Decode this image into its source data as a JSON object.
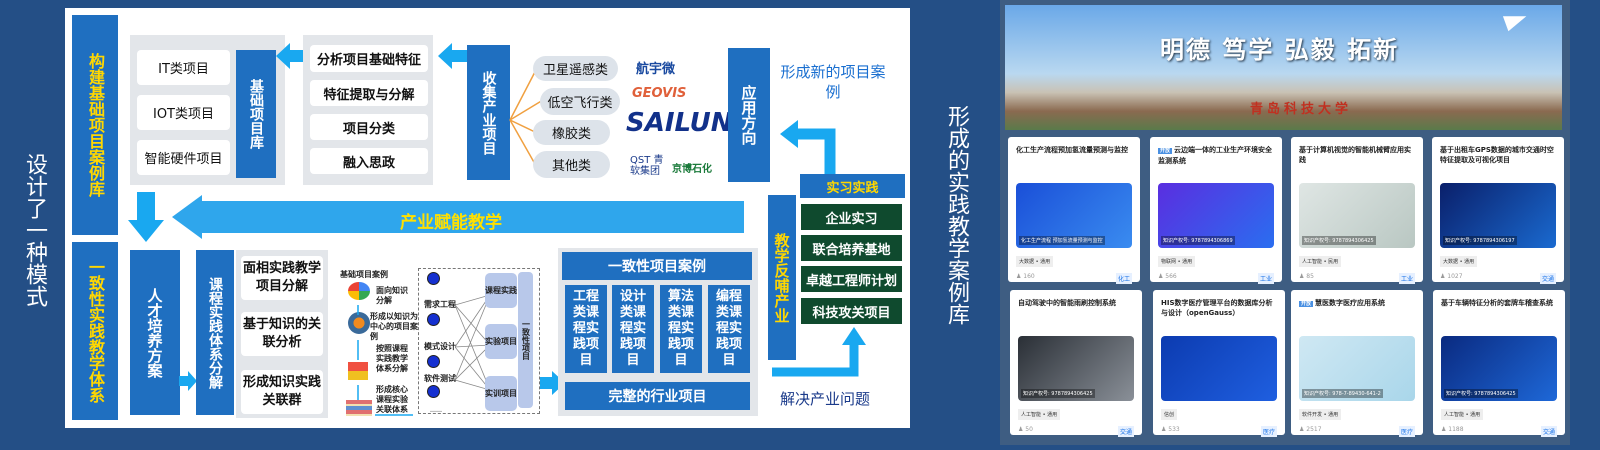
{
  "left_title": "设计了一种模式",
  "right_title": "形成的实践教学案例库",
  "diagram": {
    "build_lib": "构建基础项目案例库",
    "consistency_system": "一致性实践教学体系",
    "basic_types": [
      "IT类项目",
      "IOT类项目",
      "智能硬件项目"
    ],
    "basic_lib": "基础项目库",
    "analysis_steps": [
      "分析项目基础特征",
      "特征提取与分解",
      "项目分类",
      "融入思政"
    ],
    "collect": "收集产业项目",
    "industries": [
      "卫星遥感类",
      "低空飞行类",
      "橡胶类",
      "其他类"
    ],
    "logos": [
      "航宇微",
      "GEOVIS",
      "SAILUN",
      "QST 青软集团",
      "京博石化"
    ],
    "apply": "应用方向",
    "new_cases": "形成新的项目案例",
    "empower": "产业赋能教学",
    "talent_plan": "人才培养方案",
    "course_system": "课程实践体系分解",
    "course_steps": [
      "面相实践教学项目分解",
      "基于知识的关联分析",
      "形成知识实践关联群"
    ],
    "mini": {
      "title": "基础项目案例",
      "steps": [
        "面向知识分解",
        "形成以知识为中心的项目案例",
        "按照课程实践教学体系分解",
        "形成核心课程实验关联体系"
      ],
      "modules": [
        "需求工程",
        "模式设计",
        "软件测试",
        "……"
      ],
      "targets": [
        "课程实践",
        "实验项目",
        "实训项目"
      ],
      "consistent": "一致性项目"
    },
    "consistent_cases": "一致性项目案例",
    "case_columns": [
      "工程类课程实践项目",
      "设计类课程实践项目",
      "算法类课程实践项目",
      "编程类课程实践项目"
    ],
    "full_project": "完整的行业项目",
    "feedback": "教学反哺产业",
    "internship_title": "实习实践",
    "internships": [
      "企业实习",
      "联合培养基地",
      "卓越工程师计划",
      "科技攻关项目"
    ],
    "solve": "解决产业问题"
  },
  "banner": {
    "motto": "明德 笃学 弘毅 拓新",
    "school": "青岛科技大学"
  },
  "cards": [
    {
      "title": "化工生产流程预加氢流量预测与监控",
      "img": "化工生产流程 预加氢流量预测与监控",
      "tag": "大数据 • 通用",
      "count": "160",
      "cat": "化工",
      "c1": "#1a4fd8",
      "c2": "#3a8cf0"
    },
    {
      "open": "开放",
      "title": "云边端一体的工业生产环境安全监测系统",
      "img": "知识产权号: 9787894306869",
      "tag": "物联网 • 通用",
      "count": "566",
      "cat": "工业",
      "c1": "#5a2ee0",
      "c2": "#2a6ef0"
    },
    {
      "title": "基于计算机视觉的智能机械臂应用实践",
      "img": "知识产权号: 9787894306425",
      "tag": "人工智能 • 民用",
      "count": "85",
      "cat": "工业",
      "c1": "#dfe6e4",
      "c2": "#b9c7c2"
    },
    {
      "title": "基于出租车GPS数据的城市交通时空特征提取及可视化项目",
      "img": "知识产权号: 9787894306197",
      "tag": "大数据 • 通用",
      "count": "1027",
      "cat": "交通",
      "c1": "#0a1f6a",
      "c2": "#1a6ad0"
    },
    {
      "title": "自动驾驶中的智能雨刷控制系统",
      "img": "知识产权号: 9787894306425",
      "tag": "人工智能 • 通用",
      "count": "50",
      "cat": "交通",
      "c1": "#2a2f36",
      "c2": "#8a9098"
    },
    {
      "title": "HIS数字医疗管理平台的数据库分析与设计（openGauss）",
      "img": "",
      "tag": "信创",
      "count": "533",
      "cat": "医疗",
      "c1": "#0c3bb0",
      "c2": "#1f5fe0"
    },
    {
      "open": "开放",
      "title": "慧医数字医疗应用系统",
      "img": "知识产权号: 978-7-89430-641-2",
      "tag": "软件开发 • 通用",
      "count": "2517",
      "cat": "医疗",
      "c1": "#cfe8f3",
      "c2": "#a9d6ea"
    },
    {
      "title": "基于车辆特征分析的套牌车稽查系统",
      "img": "知识产权号: 9787894306425",
      "tag": "人工智能 • 通用",
      "count": "1188",
      "cat": "交通",
      "c1": "#0a2a80",
      "c2": "#1e68d8"
    }
  ]
}
